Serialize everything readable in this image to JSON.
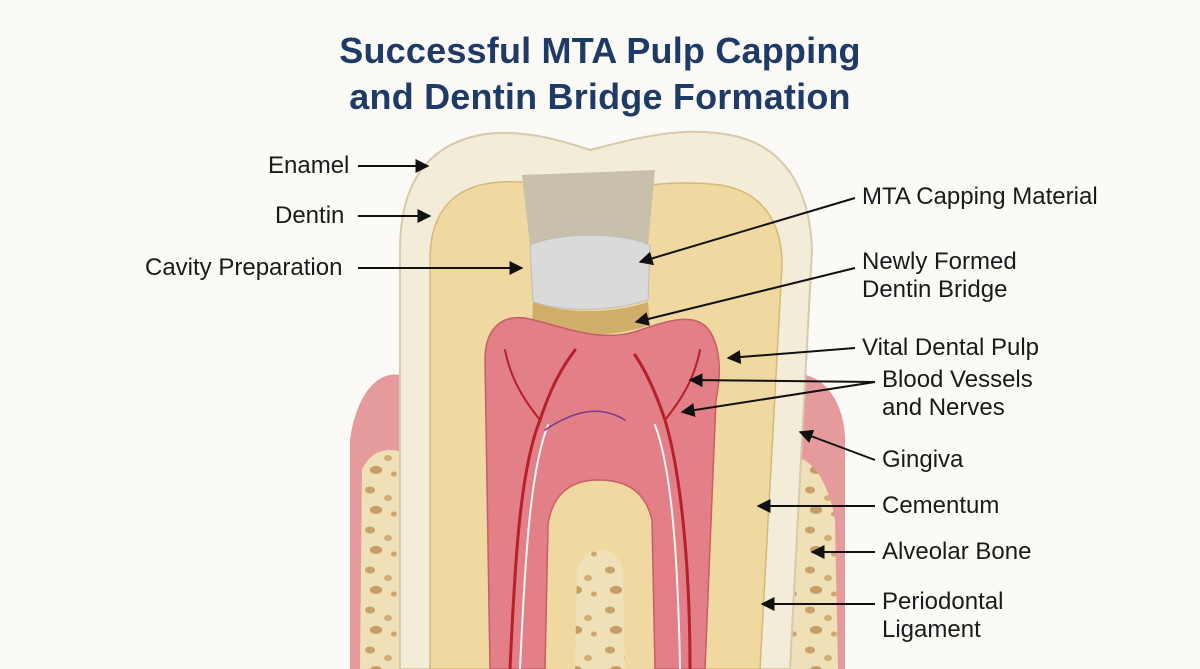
{
  "title": {
    "line1": "Successful MTA Pulp Capping",
    "line2": "and Dentin Bridge Formation"
  },
  "labels": {
    "enamel": "Enamel",
    "dentin": "Dentin",
    "cavity_preparation": "Cavity Preparation",
    "mta_capping_material": "MTA Capping Material",
    "newly_formed_dentin_bridge_1": "Newly Formed",
    "newly_formed_dentin_bridge_2": "Dentin Bridge",
    "vital_dental_pulp": "Vital Dental Pulp",
    "blood_vessels_1": "Blood Vessels",
    "blood_vessels_2": "and Nerves",
    "gingiva": "Gingiva",
    "cementum": "Cementum",
    "alveolar_bone": "Alveolar Bone",
    "periodontal_1": "Periodontal",
    "periodontal_2": "Ligament"
  },
  "colors": {
    "title": "#1e3a66",
    "enamel": "#f3ecd9",
    "dentin": "#efd9a0",
    "pulp": "#e37f86",
    "gingiva": "#e59a9c",
    "bone": "#efe0b8",
    "mta": "#d9d9d9",
    "bridge": "#cfae6a"
  }
}
